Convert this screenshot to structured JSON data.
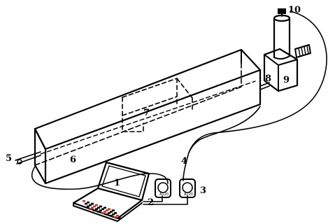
{
  "labels": {
    "l1": "1",
    "l2": "2",
    "l3": "3",
    "l4": "4",
    "l5": "5",
    "l6": "6",
    "l7": "7",
    "l8": "8",
    "l9": "9",
    "l10": "10"
  },
  "meter_left_text": "A120",
  "meter_right_text": "A120",
  "colors": {
    "ink": "#000000",
    "keypad_accent": "#c0392b",
    "background": "#ffffff"
  }
}
